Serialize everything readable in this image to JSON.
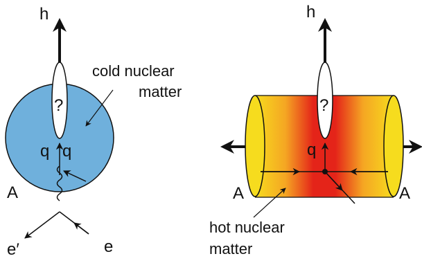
{
  "left_panel": {
    "hadron_label": "h",
    "question_mark": "?",
    "quark_labels": [
      "q",
      "q"
    ],
    "nucleus_label": "A",
    "medium_label_lines": [
      "cold nuclear",
      "matter"
    ],
    "scattered_electron_label": "e′",
    "incoming_electron_label": "e"
  },
  "right_panel": {
    "hadron_label": "h",
    "question_mark": "?",
    "quark_label": "q",
    "nucleus_left_label": "A",
    "nucleus_right_label": "A",
    "medium_label_lines": [
      "hot nuclear",
      "matter"
    ]
  },
  "colors": {
    "cold_matter_fill": "#6fb0dc",
    "hot_matter_center": "#e42419",
    "hot_matter_edge": "#f6dc1e",
    "line": "#111111"
  }
}
